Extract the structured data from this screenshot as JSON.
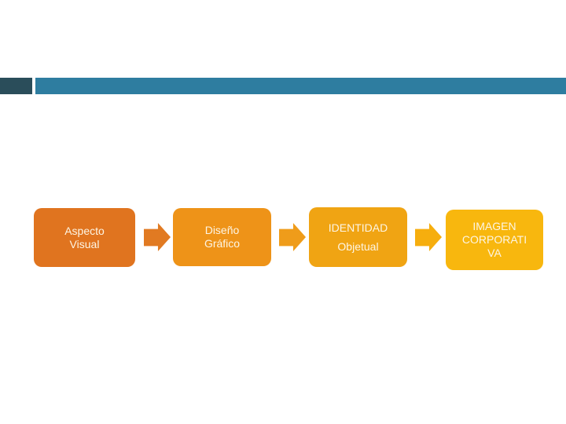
{
  "slide": {
    "title_bar": {
      "accent_block_color": "#2a4d5a",
      "bar_color": "#2e7da0"
    },
    "flow": {
      "text_color": "#fdf5e4",
      "steps": [
        {
          "lines": [
            "Aspecto",
            "Visual"
          ],
          "color": "#e0741f"
        },
        {
          "lines": [
            "Diseño",
            "Gráfico"
          ],
          "color": "#ee9318"
        },
        {
          "lines": [
            "IDENTIDAD",
            "Objetual"
          ],
          "color": "#f0a413"
        },
        {
          "lines": [
            "IMAGEN",
            "CORPORATI",
            "VA"
          ],
          "color": "#f8b70e"
        }
      ],
      "arrows": [
        {
          "direction": "right",
          "color": "#e17a22"
        },
        {
          "direction": "right",
          "color": "#ef9c1a"
        },
        {
          "direction": "right",
          "color": "#f6ae0e"
        }
      ]
    }
  }
}
